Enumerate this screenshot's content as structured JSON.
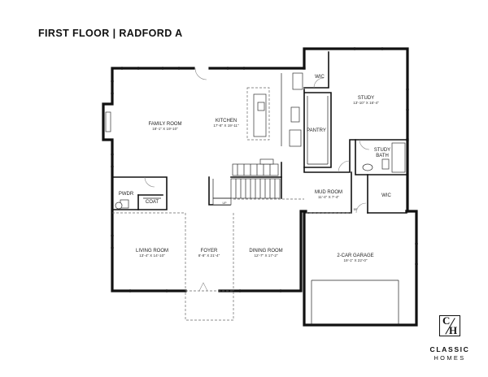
{
  "title": "FIRST FLOOR | RADFORD A",
  "rooms": {
    "family_room": {
      "name": "FAMILY ROOM",
      "dims": "18'-1\" X 19'-10\""
    },
    "kitchen": {
      "name": "KITCHEN",
      "dims": "17'-8\" X 19'-11\""
    },
    "wic_upper": {
      "name": "WIC"
    },
    "study": {
      "name": "STUDY",
      "dims": "13'-10\" X 16'-4\""
    },
    "pantry": {
      "name": "PANTRY"
    },
    "study_bath_line1": {
      "name": "STUDY"
    },
    "study_bath_line2": {
      "name": "BATH"
    },
    "pwdr": {
      "name": "PWDR"
    },
    "coat": {
      "name": "COAT"
    },
    "mud_room": {
      "name": "MUD ROOM",
      "dims": "11'-4\" X 7'-4\""
    },
    "wic_lower": {
      "name": "WIC"
    },
    "living_room": {
      "name": "LIVING ROOM",
      "dims": "13'-4\" X 14'-10\""
    },
    "foyer": {
      "name": "FOYER",
      "dims": "8'-8\" X 21'-4\""
    },
    "dining_room": {
      "name": "DINING ROOM",
      "dims": "12'-7\" X 17'-2\""
    },
    "garage": {
      "name": "2-CAR GARAGE",
      "dims": "19'-1\" X 22'-0\""
    }
  },
  "small_labels": {
    "up": "UP",
    "bp": "BP"
  },
  "logo": {
    "mark_c": "C",
    "mark_h": "H",
    "line1": "CLASSIC",
    "line2": "HOMES"
  }
}
